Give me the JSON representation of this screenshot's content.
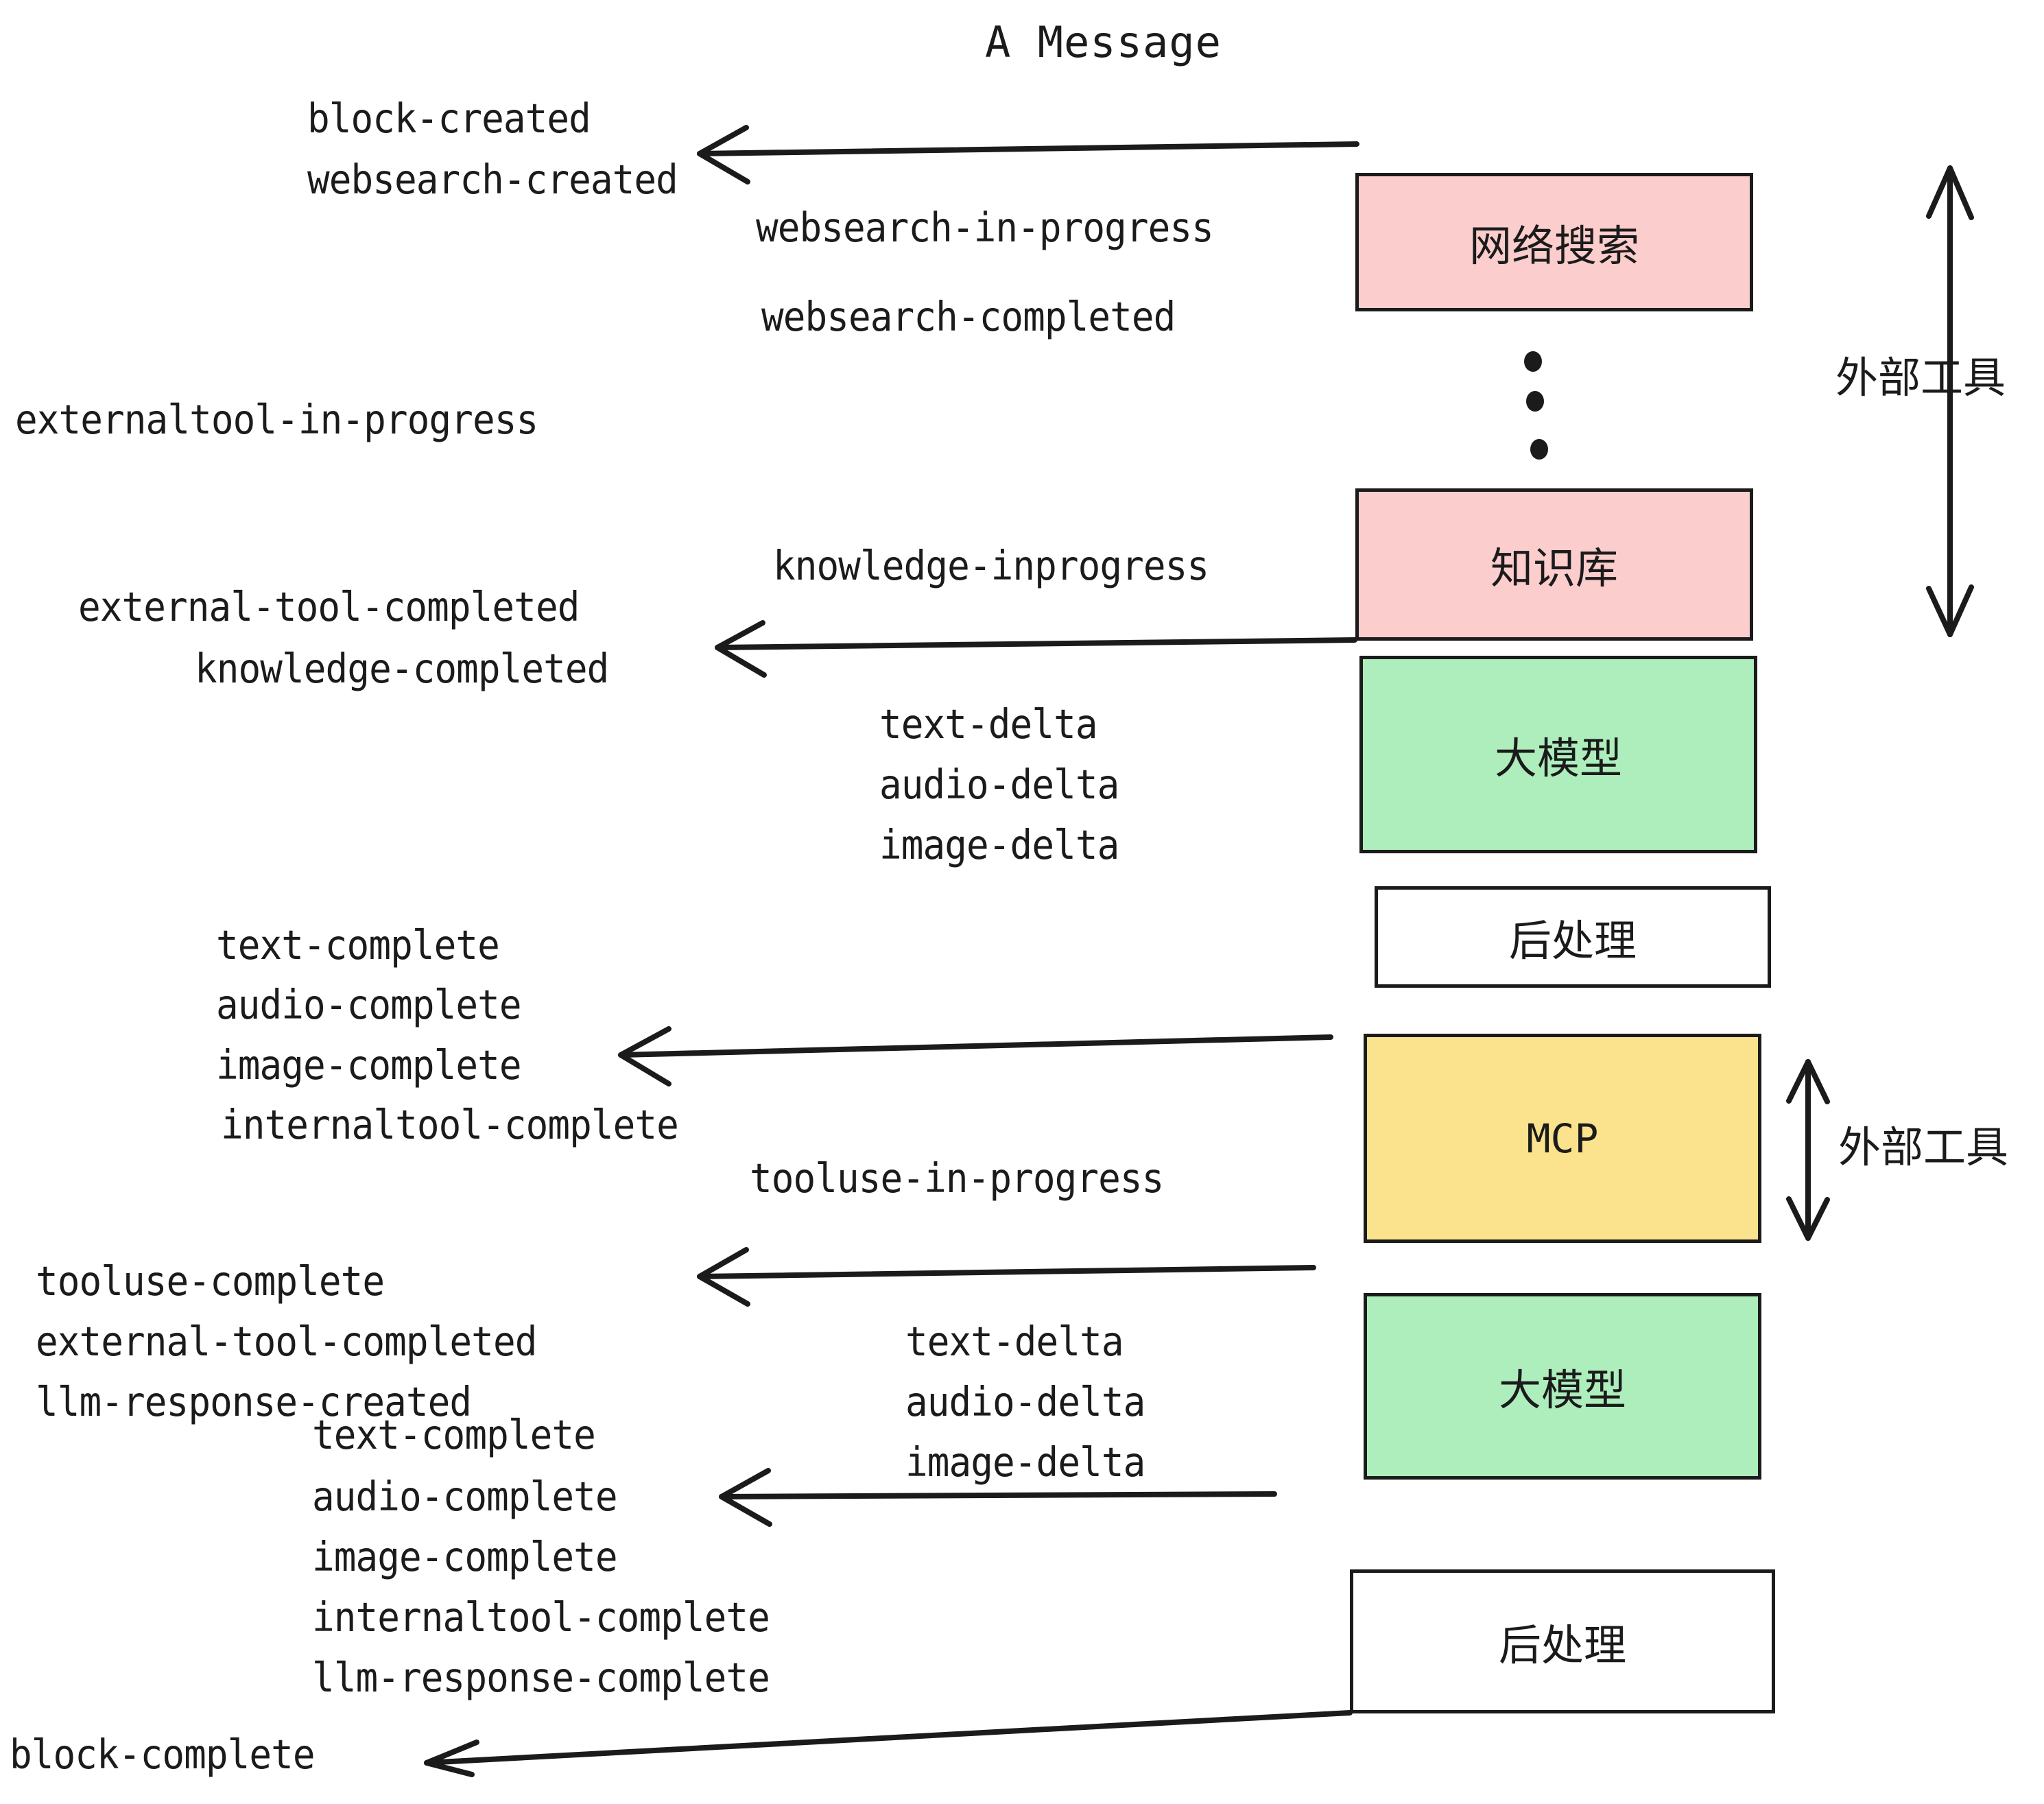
{
  "title": "A Message",
  "colors": {
    "pink": "#FCCDCD",
    "green": "#ADEEBC",
    "yellow": "#FAE38C",
    "white": "#FFFFFF",
    "stroke": "#1b1b1b",
    "background": "#FFFFFF"
  },
  "boxes": [
    {
      "id": "websearch",
      "label": "网络搜索",
      "fill": "pink"
    },
    {
      "id": "knowledge",
      "label": "知识库",
      "fill": "pink"
    },
    {
      "id": "llm-1",
      "label": "大模型",
      "fill": "green"
    },
    {
      "id": "postprocess-1",
      "label": "后处理",
      "fill": "white"
    },
    {
      "id": "mcp",
      "label": "MCP",
      "fill": "yellow"
    },
    {
      "id": "llm-2",
      "label": "大模型",
      "fill": "green"
    },
    {
      "id": "postprocess-2",
      "label": "后处理",
      "fill": "white"
    }
  ],
  "side_labels": [
    {
      "id": "external-tools-top",
      "label": "外部工具"
    },
    {
      "id": "external-tools-bottom",
      "label": "外部工具"
    }
  ],
  "events": {
    "block_created": "block-created",
    "websearch_created": "websearch-created",
    "websearch_in_progress": "websearch-in-progress",
    "websearch_completed": "websearch-completed",
    "externaltool_in_progress": "externaltool-in-progress",
    "knowledge_inprogress": "knowledge-inprogress",
    "external_tool_completed_1": "external-tool-completed",
    "knowledge_completed": "knowledge-completed",
    "text_delta_1": "text-delta",
    "audio_delta_1": "audio-delta",
    "image_delta_1": "image-delta",
    "text_complete_1": "text-complete",
    "audio_complete_1": "audio-complete",
    "image_complete_1": "image-complete",
    "internaltool_complete_1": "internaltool-complete",
    "tooluse_in_progress": "tooluse-in-progress",
    "tooluse_complete": "tooluse-complete",
    "external_tool_completed_2": "external-tool-completed",
    "llm_response_created": "llm-response-created",
    "text_delta_2": "text-delta",
    "audio_delta_2": "audio-delta",
    "image_delta_2": "image-delta",
    "text_complete_2": "text-complete",
    "audio_complete_2": "audio-complete",
    "image_complete_2": "image-complete",
    "internaltool_complete_2": "internaltool-complete",
    "llm_response_complete": "llm-response-complete",
    "block_complete": "block-complete"
  },
  "ellipsis": {
    "id": "vertical-ellipsis",
    "dots": 3
  }
}
